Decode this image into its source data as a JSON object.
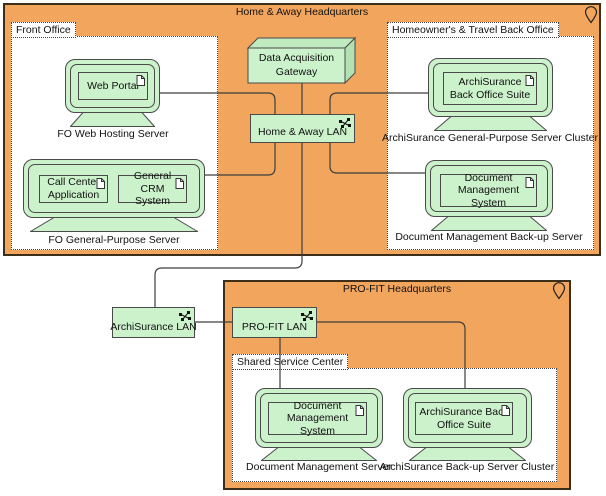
{
  "hq_home": {
    "title": "Home & Away Headquarters"
  },
  "hq_profit": {
    "title": "PRO-FIT Headquarters"
  },
  "groups": {
    "front_office": "Front Office",
    "homeowners": "Homeowner's & Travel Back Office",
    "shared": "Shared Service Center"
  },
  "networks": {
    "gateway": "Data Acquisition Gateway",
    "home_lan": "Home & Away LAN",
    "archisurance_lan": "ArchiSurance LAN",
    "profit_lan": "PRO-FIT LAN"
  },
  "servers": {
    "fo_web": {
      "label": "FO Web Hosting Server",
      "apps": [
        "Web Portal"
      ]
    },
    "fo_general": {
      "label": "FO General-Purpose Server",
      "apps": [
        "Call Center Application",
        "General CRM System"
      ]
    },
    "archi_cluster": {
      "label": "ArchiSurance General-Purpose Server Cluster",
      "apps": [
        "ArchiSurance Back Office Suite"
      ]
    },
    "doc_backup": {
      "label": "Document Management Back-up Server",
      "apps": [
        "Document Management System"
      ]
    },
    "doc_server": {
      "label": "Document Management Server",
      "apps": [
        "Document Management System"
      ]
    },
    "archi_backup": {
      "label": "ArchiSurance Back-up Server Cluster",
      "apps": [
        "ArchiSurance Back Office Suite"
      ]
    }
  },
  "icons": {
    "location": "location-pin",
    "network": "network-nodes",
    "artifact": "document-page"
  },
  "colors": {
    "location_fill": "#f2a55c",
    "node_fill": "#ccf2cc",
    "outline": "#4a4a4a"
  }
}
